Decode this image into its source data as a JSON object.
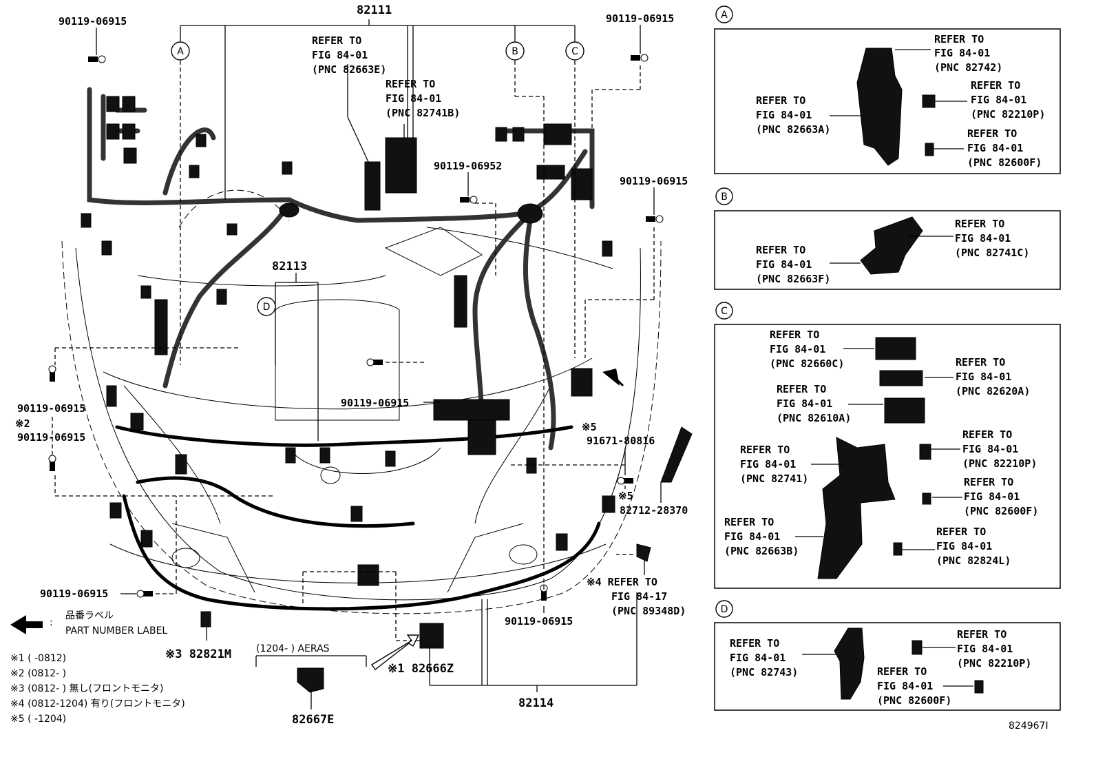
{
  "main_harness": "82111",
  "engine_harness": "82113",
  "front_harness": "82114",
  "callouts": {
    "a": "A",
    "b": "B",
    "c": "C",
    "d": "D"
  },
  "main_labels": {
    "bolt_tl": "90119-06915",
    "bolt_tr": "90119-06915",
    "bolt_mid": "90119-06952",
    "bolt_r": "90119-06915",
    "bolt_l1": "90119-06915",
    "note2": "※2",
    "bolt_l2": "90119-06915",
    "bolt_center": "90119-06915",
    "bolt_bl": "90119-06915",
    "bolt_bc": "90119-06915",
    "note5a": "※5",
    "clip_91671": "91671-80816",
    "note5b": "※5",
    "bracket": "82712-28370",
    "ref_82663e": [
      "REFER TO",
      "FIG 84-01",
      "(PNC 82663E)"
    ],
    "ref_82741b": [
      "REFER TO",
      "FIG 84-01",
      "(PNC 82741B)"
    ],
    "ref_89348d": [
      "※4 REFER TO",
      "FIG 84-17",
      "(PNC 89348D)"
    ],
    "label_82821m": "※3 82821M",
    "label_82666z": "※1 82666Z",
    "label_82667e": "82667E",
    "aeras": "(1204-       ) AERAS",
    "legend_jp": "品番ラベル",
    "legend_colon": ":",
    "legend_en": "PART NUMBER LABEL"
  },
  "notes": [
    "※1 (        -0812)",
    "※2 (0812-        )",
    "※3 (0812-        ) 無し(フロントモニタ)",
    "※4 (0812-1204) 有り(フロントモニタ)",
    "※5 (        -1204)"
  ],
  "panel_a": {
    "title": "A",
    "refs": [
      [
        "REFER TO",
        "FIG 84-01",
        "(PNC 82742)"
      ],
      [
        "REFER TO",
        "FIG 84-01",
        "(PNC 82210P)"
      ],
      [
        "REFER TO",
        "FIG 84-01",
        "(PNC 82663A)"
      ],
      [
        "REFER TO",
        "FIG 84-01",
        "(PNC 82600F)"
      ]
    ]
  },
  "panel_b": {
    "title": "B",
    "refs": [
      [
        "REFER TO",
        "FIG 84-01",
        "(PNC 82741C)"
      ],
      [
        "REFER TO",
        "FIG 84-01",
        "(PNC 82663F)"
      ]
    ]
  },
  "panel_c": {
    "title": "C",
    "refs": [
      [
        "REFER TO",
        "FIG 84-01",
        "(PNC 82660C)"
      ],
      [
        "REFER TO",
        "FIG 84-01",
        "(PNC 82620A)"
      ],
      [
        "REFER TO",
        "FIG 84-01",
        "(PNC 82610A)"
      ],
      [
        "REFER TO",
        "FIG 84-01",
        "(PNC 82210P)"
      ],
      [
        "REFER TO",
        "FIG 84-01",
        "(PNC 82741)"
      ],
      [
        "REFER TO",
        "FIG 84-01",
        "(PNC 82600F)"
      ],
      [
        "REFER TO",
        "FIG 84-01",
        "(PNC 82663B)"
      ],
      [
        "REFER TO",
        "FIG 84-01",
        "(PNC 82824L)"
      ]
    ]
  },
  "panel_d": {
    "title": "D",
    "refs": [
      [
        "REFER TO",
        "FIG 84-01",
        "(PNC 82743)"
      ],
      [
        "REFER TO",
        "FIG 84-01",
        "(PNC 82210P)"
      ],
      [
        "REFER TO",
        "FIG 84-01",
        "(PNC 82600F)"
      ]
    ]
  },
  "figure_id": "824967I"
}
